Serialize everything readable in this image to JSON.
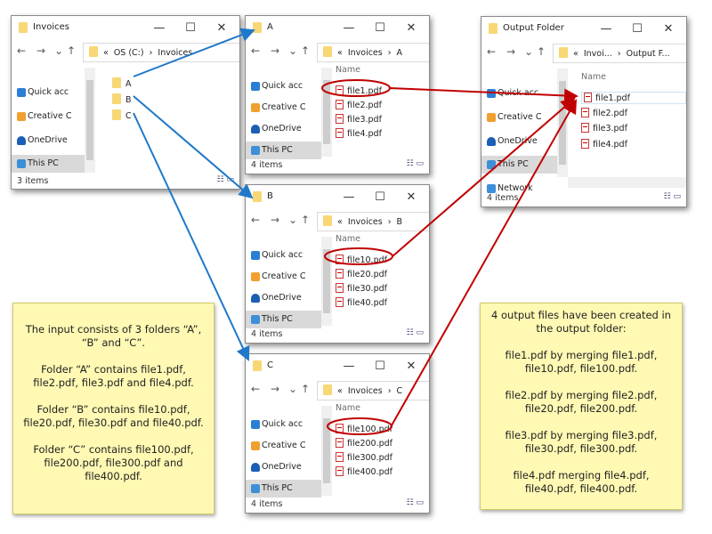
{
  "windows": {
    "invoices": {
      "title": "Invoices",
      "address": [
        "«",
        "OS (C:)",
        "›",
        "Invoices"
      ],
      "nav": [
        "Quick acc",
        "Creative C",
        "OneDrive",
        "This PC"
      ],
      "items": [
        "A",
        "B",
        "C"
      ],
      "status": "3 items"
    },
    "a": {
      "title": "A",
      "address": [
        "«",
        "Invoices",
        "›",
        "A"
      ],
      "nav": [
        "Quick acc",
        "Creative C",
        "OneDrive",
        "This PC"
      ],
      "header": "Name",
      "items": [
        "file1.pdf",
        "file2.pdf",
        "file3.pdf",
        "file4.pdf"
      ],
      "status": "4 items"
    },
    "b": {
      "title": "B",
      "address": [
        "«",
        "Invoices",
        "›",
        "B"
      ],
      "nav": [
        "Quick acc",
        "Creative C",
        "OneDrive",
        "This PC"
      ],
      "header": "Name",
      "items": [
        "file10.pdf",
        "file20.pdf",
        "file30.pdf",
        "file40.pdf"
      ],
      "status": "4 items"
    },
    "c": {
      "title": "C",
      "address": [
        "«",
        "Invoices",
        "›",
        "C"
      ],
      "nav": [
        "Quick acc",
        "Creative C",
        "OneDrive",
        "This PC"
      ],
      "header": "Name",
      "items": [
        "file100.pdf",
        "file200.pdf",
        "file300.pdf",
        "file400.pdf"
      ],
      "status": "4 items"
    },
    "output": {
      "title": "Output Folder",
      "address": [
        "«",
        "Invoi...",
        "›",
        "Output F..."
      ],
      "nav": [
        "Quick acc",
        "Creative C",
        "OneDrive",
        "This PC",
        "Network"
      ],
      "header": "Name",
      "items": [
        "file1.pdf",
        "file2.pdf",
        "file3.pdf",
        "file4.pdf"
      ],
      "status": "4 items"
    }
  },
  "notes": {
    "input": [
      "The input consists of 3 folders “A”, “B” and “C”.",
      "Folder “A” contains file1.pdf, file2.pdf, file3.pdf and file4.pdf.",
      "Folder “B” contains file10.pdf, file20.pdf, file30.pdf and file40.pdf.",
      "Folder “C” contains file100.pdf, file200.pdf, file300.pdf and file400.pdf."
    ],
    "output": [
      "4 output files have been created in the output folder:",
      "file1.pdf by merging file1.pdf, file10.pdf, file100.pdf.",
      "file2.pdf by merging file2.pdf, file20.pdf, file200.pdf.",
      "file3.pdf by merging file3.pdf, file30.pdf, file300.pdf.",
      "file4.pdf merging file4.pdf, file40.pdf, file400.pdf."
    ]
  },
  "colors": {
    "blue_arrow": "#1f78c8",
    "red_arrow": "#c00000",
    "note_bg": "#fff9b3"
  }
}
